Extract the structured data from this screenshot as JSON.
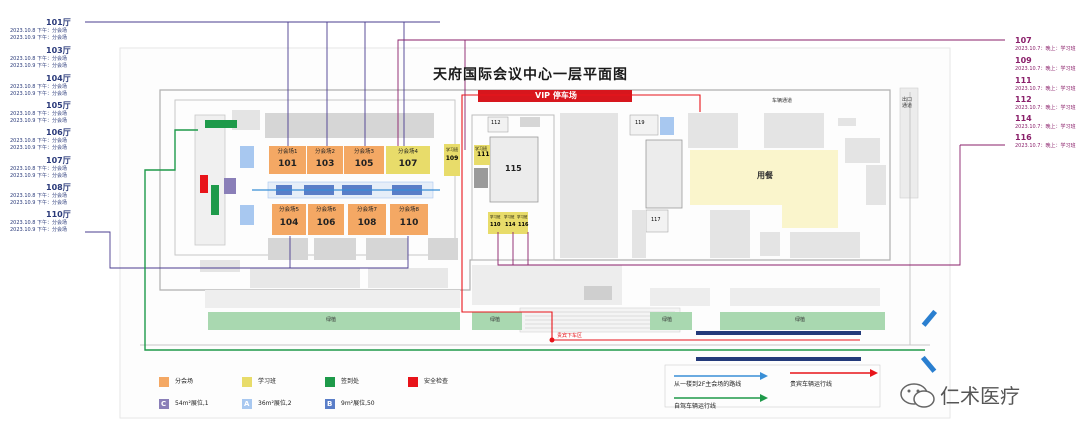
{
  "title": "天府国际会议中心一层平面图",
  "vip_label": "VIP 停车场",
  "road_label": "车辆通道",
  "canteen_label": "用餐",
  "greenbelt_label": "绿植",
  "stop_label": "贵宾下车区",
  "side_label": "出口通道",
  "watermark": "仁术医疗",
  "left_halls": [
    {
      "name": "101厅",
      "d1": "2023.10.8  下午：分会场",
      "d2": "2023.10.9  下午：分会场"
    },
    {
      "name": "103厅",
      "d1": "2023.10.8  下午：分会场",
      "d2": "2023.10.9  下午：分会场"
    },
    {
      "name": "104厅",
      "d1": "2023.10.8  下午：分会场",
      "d2": "2023.10.9  下午：分会场"
    },
    {
      "name": "105厅",
      "d1": "2023.10.8  下午：分会场",
      "d2": "2023.10.9  下午：分会场"
    },
    {
      "name": "106厅",
      "d1": "2023.10.8  下午：分会场",
      "d2": "2023.10.9  下午：分会场"
    },
    {
      "name": "107厅",
      "d1": "2023.10.8  下午：分会场",
      "d2": "2023.10.9  下午：分会场"
    },
    {
      "name": "108厅",
      "d1": "2023.10.8  下午：分会场",
      "d2": "2023.10.9  下午：分会场"
    },
    {
      "name": "110厅",
      "d1": "2023.10.8  下午：分会场",
      "d2": "2023.10.9  下午：分会场"
    }
  ],
  "right_halls": [
    {
      "name": "107",
      "d": "2023.10.7：晚上：学习班"
    },
    {
      "name": "109",
      "d": "2023.10.7：晚上：学习班"
    },
    {
      "name": "111",
      "d": "2023.10.7：晚上：学习班"
    },
    {
      "name": "112",
      "d": "2023.10.7：晚上：学习班"
    },
    {
      "name": "114",
      "d": "2023.10.7：晚上：学习班"
    },
    {
      "name": "116",
      "d": "2023.10.7：晚上：学习班"
    }
  ],
  "rooms": [
    {
      "top": "分会场1",
      "num": "101"
    },
    {
      "top": "分会场2",
      "num": "103"
    },
    {
      "top": "分会场3",
      "num": "105"
    },
    {
      "top": "分会场4",
      "num": "107"
    },
    {
      "top": "分会场5",
      "num": "104"
    },
    {
      "top": "分会场6",
      "num": "106"
    },
    {
      "top": "分会场7",
      "num": "108"
    },
    {
      "top": "分会场8",
      "num": "110"
    }
  ],
  "small_rooms": {
    "r109_top": "学习班",
    "r109": "109",
    "r111_top": "学习班",
    "r111": "111",
    "r115": "115",
    "r112": "112",
    "r119": "119",
    "r117": "117",
    "r110s": "110",
    "r114": "114",
    "r116": "116",
    "r114_top": "学习班",
    "r116_top": "学习班",
    "r110_top": "学习班"
  },
  "legend": {
    "venue": "分会场",
    "class": "学习班",
    "checkin": "签到处",
    "security": "安全检查",
    "c_badge": "C",
    "c_text": "54m²展位,1",
    "a_badge": "A",
    "c2_text": "36m²展位,2",
    "b_badge": "B",
    "b_text": "9m²展位,50",
    "route1": "从一楼到2F主会场的路线",
    "route2": "贵宾车辆运行线",
    "route3": "自驾车辆运行线"
  },
  "colors": {
    "venue": "#f4a864",
    "class": "#e8dc6a",
    "checkin": "#1e9a4a",
    "security": "#e8141a",
    "vip": "#d7161d",
    "green": "#a9d8b0",
    "canteen": "#faf5cc",
    "blue": "#233a7a",
    "purple": "#8a1f6a",
    "boothblue": "#a8c8f0"
  }
}
